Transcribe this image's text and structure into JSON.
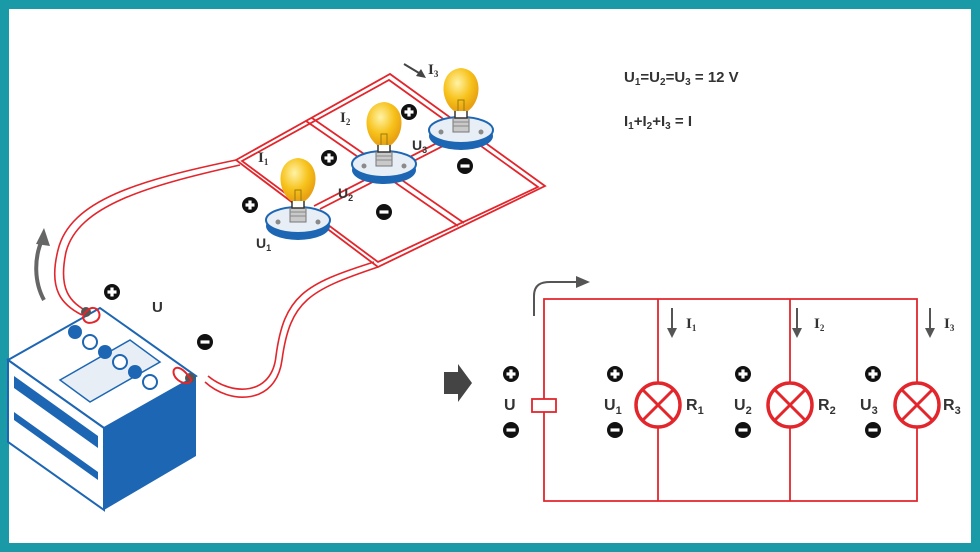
{
  "formulas": {
    "voltage": {
      "base": "U",
      "s1": "1",
      "eq1": "=U",
      "s2": "2",
      "eq2": "=U",
      "s3": "3",
      "tail": " = 12 V"
    },
    "current": {
      "base": "I",
      "s1": "1",
      "p1": "+I",
      "s2": "2",
      "p2": "+I",
      "s3": "3",
      "tail": " = I"
    }
  },
  "illustration": {
    "battery": {
      "label": "U",
      "plus": "+",
      "minus": "−"
    },
    "bulbs": [
      {
        "u_base": "U",
        "u_sub": "1",
        "i_base": "I",
        "i_sub": "1"
      },
      {
        "u_base": "U",
        "u_sub": "2",
        "i_base": "I",
        "i_sub": "2"
      },
      {
        "u_base": "U",
        "u_sub": "3",
        "i_base": "I",
        "i_sub": "3"
      }
    ]
  },
  "schematic": {
    "source": {
      "label": "U",
      "plus": "+",
      "minus": "−"
    },
    "branches": [
      {
        "u_base": "U",
        "u_sub": "1",
        "r_base": "R",
        "r_sub": "1",
        "i_base": "I",
        "i_sub": "1"
      },
      {
        "u_base": "U",
        "u_sub": "2",
        "r_base": "R",
        "r_sub": "2",
        "i_base": "I",
        "i_sub": "2"
      },
      {
        "u_base": "U",
        "u_sub": "3",
        "r_base": "R",
        "r_sub": "3",
        "i_base": "I",
        "i_sub": "3"
      }
    ]
  },
  "colors": {
    "frame": "#1a9aa6",
    "wire": "#e2262c",
    "battery": "#1d66b3",
    "bulb": "#f7c21b",
    "text": "#333333"
  }
}
